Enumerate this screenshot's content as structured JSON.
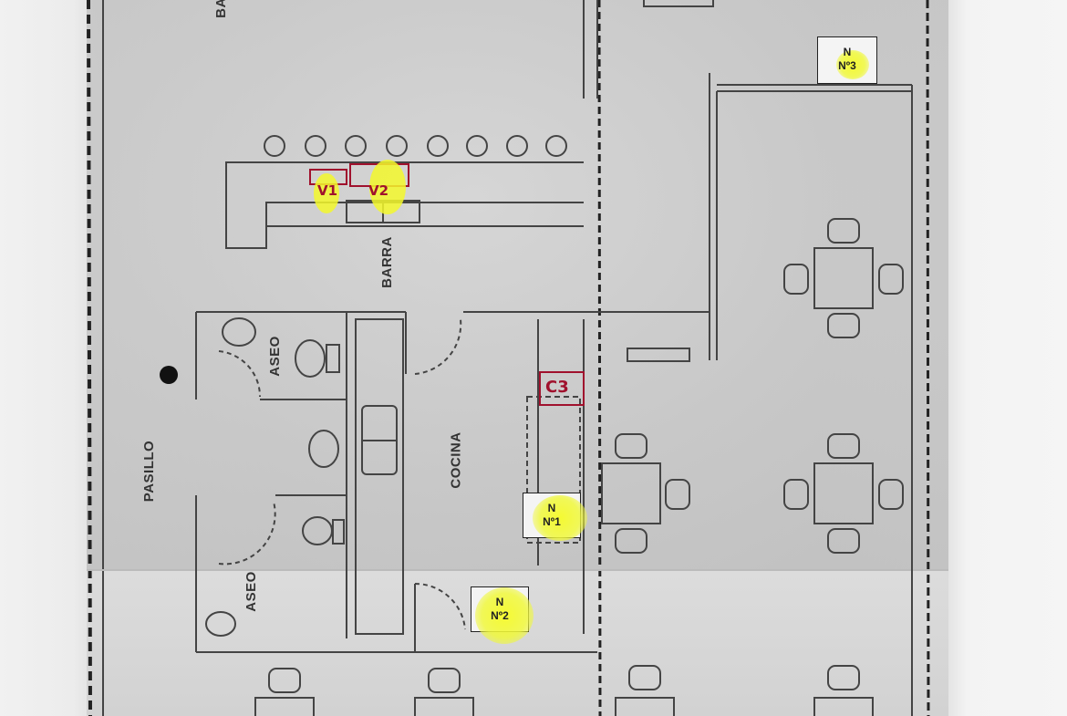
{
  "labels": {
    "barra": "BARRA",
    "cocina": "COCINA",
    "pasillo": "PASILLO",
    "aseo_top": "ASEO",
    "aseo_bottom": "ASEO",
    "partial_ba": "BA"
  },
  "annotations": {
    "v1": "V1",
    "v2": "V2",
    "c3": "C3"
  },
  "panels": [
    {
      "id": "n1",
      "line1": "N",
      "line2": "Nº1"
    },
    {
      "id": "n2",
      "line1": "N",
      "line2": "Nº2"
    },
    {
      "id": "n3",
      "line1": "N",
      "line2": "Nº3"
    }
  ],
  "colors": {
    "highlighter": "#f5fa28",
    "ink_red": "#a0112d",
    "wall": "#333333"
  }
}
